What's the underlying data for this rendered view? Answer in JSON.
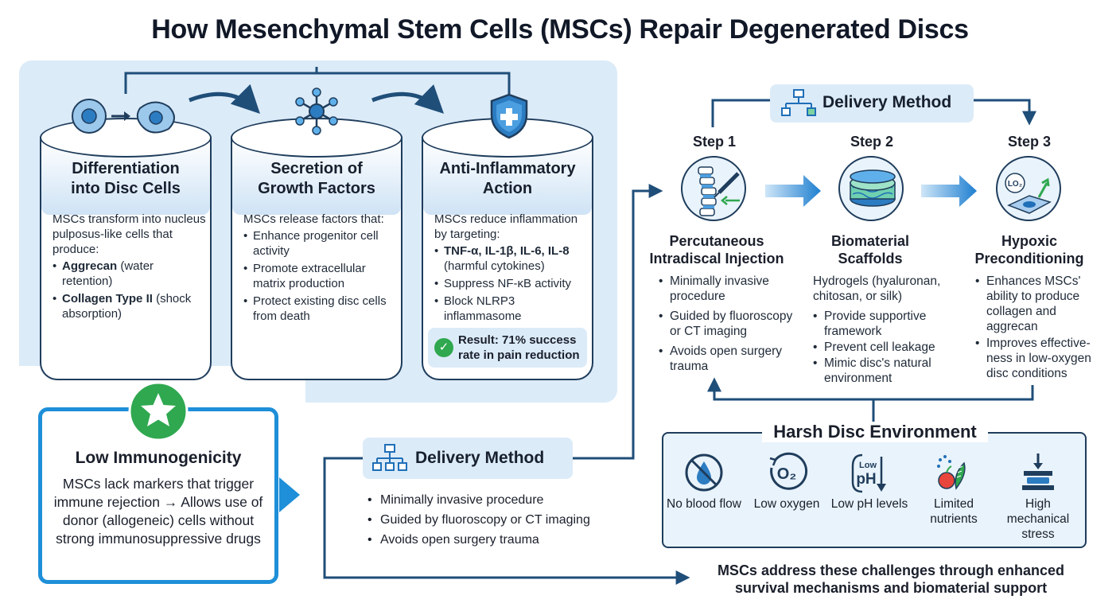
{
  "title": "How Mesenchymal Stem Cells (MSCs) Repair Degenerated Discs",
  "mechanisms": [
    {
      "title_lines": [
        "Differentiation",
        "into Disc Cells"
      ],
      "intro": "MSCs transform into nucleus pulposus-like cells that produce:",
      "bullets": [
        {
          "bold": "Aggrecan",
          "rest": " (water retention)"
        },
        {
          "bold": "Collagen Type II",
          "rest": " (shock absorption)"
        }
      ]
    },
    {
      "title_lines": [
        "Secretion of",
        "Growth Factors"
      ],
      "intro": "MSCs release factors that:",
      "bullets": [
        {
          "bold": "",
          "rest": "Enhance progenitor cell activity"
        },
        {
          "bold": "",
          "rest": "Promote extracellular matrix production"
        },
        {
          "bold": "",
          "rest": "Protect existing disc cells from death"
        }
      ]
    },
    {
      "title_lines": [
        "Anti-Inflammatory",
        "Action"
      ],
      "intro": "MSCs reduce inflammation by targeting:",
      "bullets": [
        {
          "bold": "TNF-α, IL-1β, IL-6, IL-8",
          "rest": " (harmful cytokines)"
        },
        {
          "bold": "",
          "rest": "Suppress NF-κB activity"
        },
        {
          "bold": "",
          "rest": "Block NLRP3 inflammasome"
        }
      ],
      "result": "Result: 71% success rate in pain reduction"
    }
  ],
  "immunogenicity": {
    "title": "Low Immunogenicity",
    "text": "MSCs lack markers that trigger immune rejection → Allows use of donor (allogeneic) cells without strong immunosuppressive drugs"
  },
  "delivery_left": {
    "title": "Delivery Method",
    "bullets": [
      "Minimally invasive procedure",
      "Guided by fluoroscopy or CT imaging",
      "Avoids open surgery trauma"
    ]
  },
  "delivery_top": {
    "title": "Delivery Method"
  },
  "steps": [
    {
      "label": "Step 1",
      "title_lines": [
        "Percutaneous",
        "Intradiscal Injection"
      ],
      "intro": "",
      "bullets": [
        "Minimally invasive procedure",
        "Guided by fluoroscopy or CT imaging",
        "Avoids open surgery trauma"
      ]
    },
    {
      "label": "Step 2",
      "title_lines": [
        "Biomaterial",
        "Scaffolds"
      ],
      "intro": "Hydrogels (hyaluronan, chitosan, or silk)",
      "bullets": [
        "Provide supportive framework",
        "Prevent cell leakage",
        "Mimic disc's natural environment"
      ]
    },
    {
      "label": "Step 3",
      "title_lines": [
        "Hypoxic",
        "Preconditioning"
      ],
      "intro": "",
      "bullets": [
        "Enhances MSCs' ability to produce collagen and aggrecan",
        "Improves effective-ness in low-oxygen disc conditions"
      ]
    }
  ],
  "harsh_environment": {
    "title": "Harsh Disc Environment",
    "items": [
      {
        "icon": "no-blood-flow-icon",
        "label": "No blood flow"
      },
      {
        "icon": "low-oxygen-icon",
        "label": "Low oxygen",
        "icon_text": "O₂"
      },
      {
        "icon": "low-ph-icon",
        "label": "Low pH levels",
        "icon_text": [
          "Low",
          "pH"
        ]
      },
      {
        "icon": "nutrients-icon",
        "label": "Limited nutrients"
      },
      {
        "icon": "mechanical-stress-icon",
        "label": "High mechanical stress"
      }
    ]
  },
  "step3_icon_text": "LO₂",
  "footer": "MSCs address these challenges through enhanced survival mechanisms and biomaterial support",
  "colors": {
    "primary_blue": "#1e8fd8",
    "dark_navy": "#1f3d5c",
    "light_panel": "#dcebf8",
    "success_green": "#2fa84f"
  }
}
